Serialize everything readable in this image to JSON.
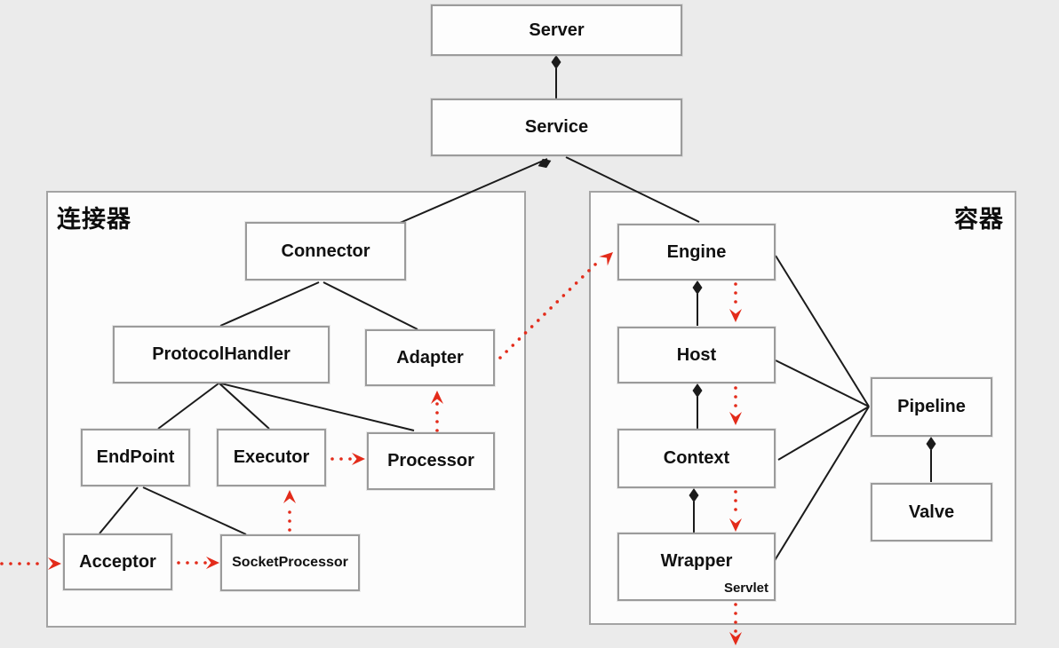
{
  "nodes": {
    "server": "Server",
    "service": "Service",
    "connector_group": "连接器",
    "container_group": "容器",
    "connector": "Connector",
    "protocol_handler": "ProtocolHandler",
    "adapter": "Adapter",
    "endpoint": "EndPoint",
    "executor": "Executor",
    "processor": "Processor",
    "acceptor": "Acceptor",
    "socket_processor": "SocketProcessor",
    "engine": "Engine",
    "host": "Host",
    "context": "Context",
    "wrapper": "Wrapper",
    "servlet": "Servlet",
    "pipeline": "Pipeline",
    "valve": "Valve"
  },
  "colors": {
    "background": "#ebebeb",
    "panel_fill": "#fcfcfc",
    "box_border": "#9b9b9b",
    "line": "#1b1b1b",
    "flow_arrow_red": "#e32b1a"
  }
}
